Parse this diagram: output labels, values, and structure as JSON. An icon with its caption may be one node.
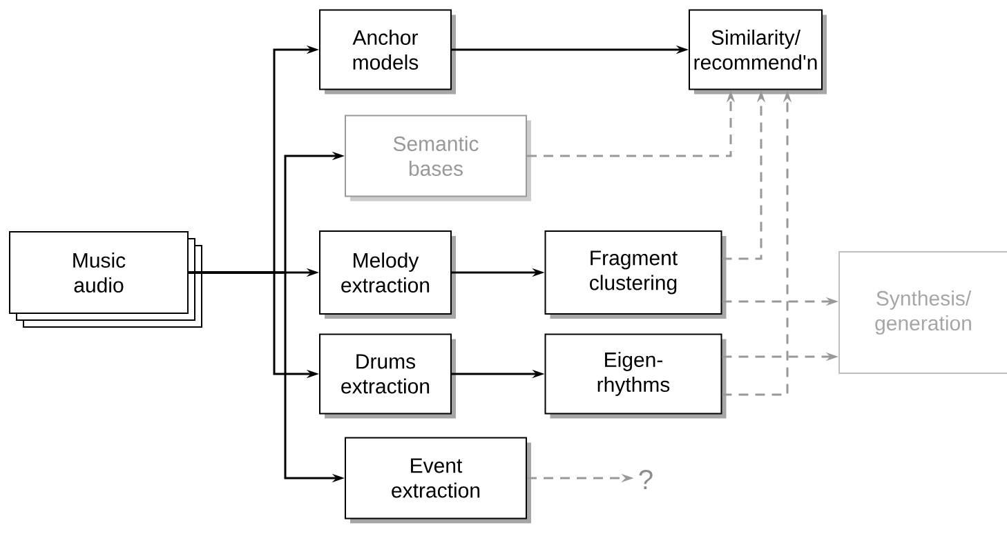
{
  "diagram": {
    "nodes": [
      {
        "text": [
          "Music audio"
        ]
      },
      {
        "text": [
          "Anchor models"
        ]
      },
      {
        "text": [
          "Similarity/ recommend'n"
        ]
      },
      {
        "text": [
          "Semantic bases"
        ]
      },
      {
        "text": [
          "Melody extraction"
        ]
      },
      {
        "text": [
          "Fragment clustering"
        ]
      },
      {
        "text": [
          "Synthesis/ generation"
        ]
      },
      {
        "text": [
          "Drums extraction"
        ]
      },
      {
        "text": [
          "Eigen-rhythms"
        ]
      },
      {
        "text": [
          "Event extraction"
        ]
      },
      {
        "text": [
          "?"
        ]
      }
    ],
    "edges": [
      {
        "from": 0,
        "to": 1,
        "arrow": "to"
      },
      {
        "from": 0,
        "to": 3,
        "arrow": "to"
      },
      {
        "from": 0,
        "to": 4,
        "arrow": "to"
      },
      {
        "from": 0,
        "to": 7,
        "arrow": "to"
      },
      {
        "from": 0,
        "to": 9,
        "arrow": "to"
      },
      {
        "from": 1,
        "to": 2,
        "arrow": "to"
      },
      {
        "from": 3,
        "to": 2,
        "arrow": "to",
        "style": "dashed",
        "color": "#999999"
      },
      {
        "from": 4,
        "to": 5,
        "arrow": "to"
      },
      {
        "from": 5,
        "to": 2,
        "arrow": "to",
        "style": "dashed",
        "color": "#999999"
      },
      {
        "from": 5,
        "to": 6,
        "arrow": "to",
        "style": "dashed",
        "color": "#999999"
      },
      {
        "from": 7,
        "to": 8,
        "arrow": "to"
      },
      {
        "from": 8,
        "to": 6,
        "arrow": "to",
        "style": "dashed",
        "color": "#999999"
      },
      {
        "from": 8,
        "to": 2,
        "arrow": "to",
        "style": "dashed",
        "color": "#999999"
      },
      {
        "from": 9,
        "to": 10,
        "arrow": "to",
        "style": "dashed",
        "color": "#999999"
      }
    ]
  }
}
